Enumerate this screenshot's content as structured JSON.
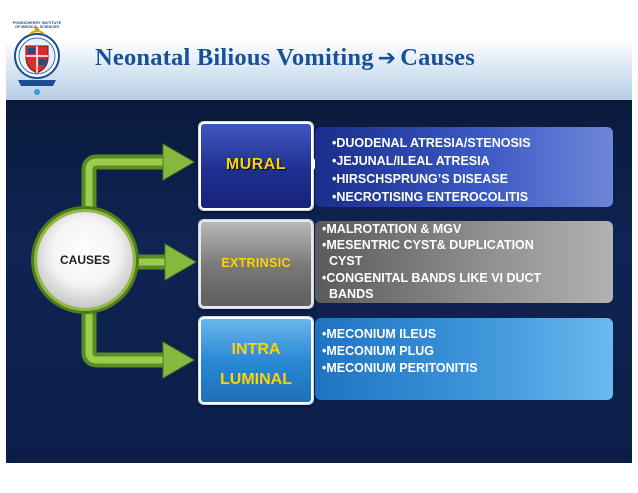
{
  "slide": {
    "title": "Neonatal Bilious Vomiting",
    "title_arrow": "➔",
    "title_suffix": "Causes"
  },
  "logo": {
    "icon": "institute-crest-icon",
    "caption_lines": [
      "PONDICHERRY INSTITUTE",
      "OF MEDICAL SCIENCES"
    ]
  },
  "diagram": {
    "root_label": "CAUSES",
    "categories": [
      {
        "name": "mural",
        "label_lines": [
          "MURAL"
        ],
        "items": [
          "•DUODENAL ATRESIA/STENOSIS",
          "•JEJUNAL/ILEAL ATRESIA",
          "•HIRSCHSPRUNG’S DISEASE",
          "•NECROTISING ENTEROCOLITIS"
        ]
      },
      {
        "name": "extrinsic",
        "label_lines": [
          "EXTRINSIC"
        ],
        "items": [
          "•MALROTATION & MGV",
          "•MESENTRIC CYST& DUPLICATION",
          "  CYST",
          "•CONGENITAL BANDS LIKE VI DUCT",
          "  BANDS"
        ]
      },
      {
        "name": "intra-luminal",
        "label_lines": [
          "INTRA",
          "LUMINAL"
        ],
        "items": [
          "•MECONIUM ILEUS",
          "•MECONIUM PLUG",
          "•MECONIUM PERITONITIS"
        ]
      }
    ]
  },
  "colors": {
    "title": "#18509a",
    "background_dark": "#0f2453",
    "pipe_green": "#7fb239",
    "label_yellow": "#ffd200",
    "mural_blue": "#1f2f8f",
    "extrinsic_gray": "#7b7b7b",
    "intra_blue": "#2a89d3"
  }
}
